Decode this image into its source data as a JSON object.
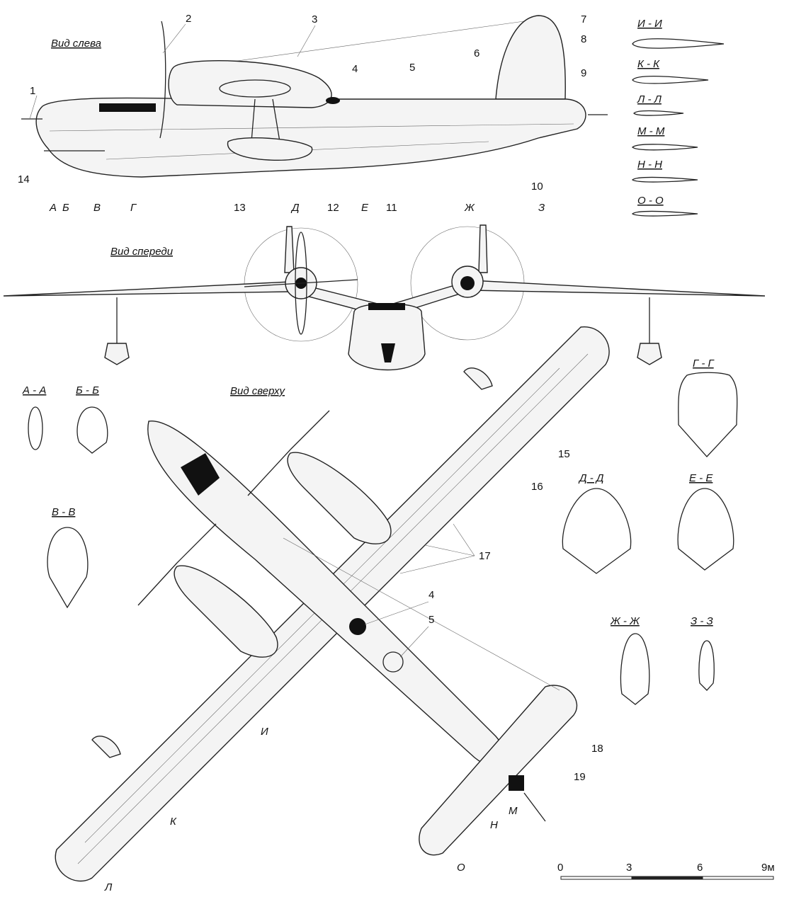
{
  "views": {
    "left": "Вид слева",
    "front": "Вид спереди",
    "top": "Вид сверху"
  },
  "callouts": [
    "1",
    "2",
    "3",
    "4",
    "5",
    "6",
    "7",
    "8",
    "9",
    "10",
    "11",
    "12",
    "13",
    "14",
    "15",
    "16",
    "17",
    "4",
    "5",
    "18",
    "19"
  ],
  "station_letters": [
    "А",
    "Б",
    "В",
    "Г",
    "Д",
    "Е",
    "Ж",
    "З"
  ],
  "airfoil_sections": [
    "И - И",
    "К - К",
    "Л - Л",
    "М - М",
    "Н - Н",
    "О - О"
  ],
  "hull_sections": [
    "А - А",
    "Б - Б",
    "В - В",
    "Г - Г",
    "Д - Д",
    "Е - Е",
    "Ж - Ж",
    "З - З"
  ],
  "top_letters": [
    "И",
    "К",
    "Л",
    "М",
    "Н",
    "О"
  ],
  "scale": {
    "ticks": [
      "0",
      "3",
      "6",
      "9м"
    ]
  }
}
